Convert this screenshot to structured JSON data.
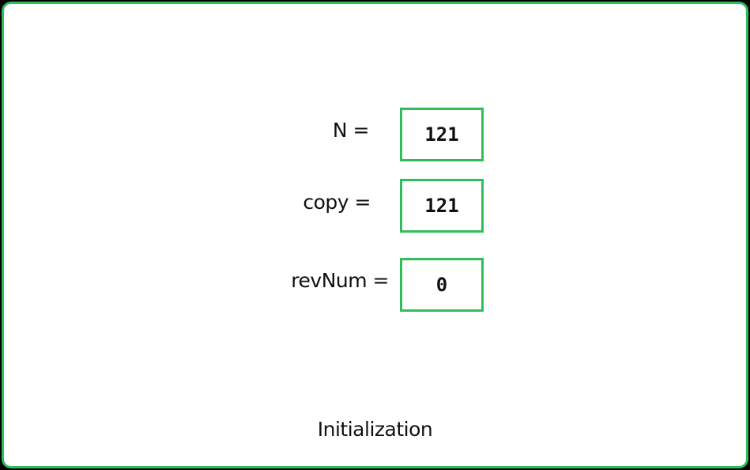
{
  "variables": [
    {
      "label": "N =",
      "value": "121"
    },
    {
      "label": "copy =",
      "value": "121"
    },
    {
      "label": "revNum =",
      "value": "0"
    }
  ],
  "caption": "Initialization",
  "colors": {
    "accent": "#2fbf5a",
    "background": "#ffffff",
    "outer": "#000000",
    "text": "#111111"
  }
}
